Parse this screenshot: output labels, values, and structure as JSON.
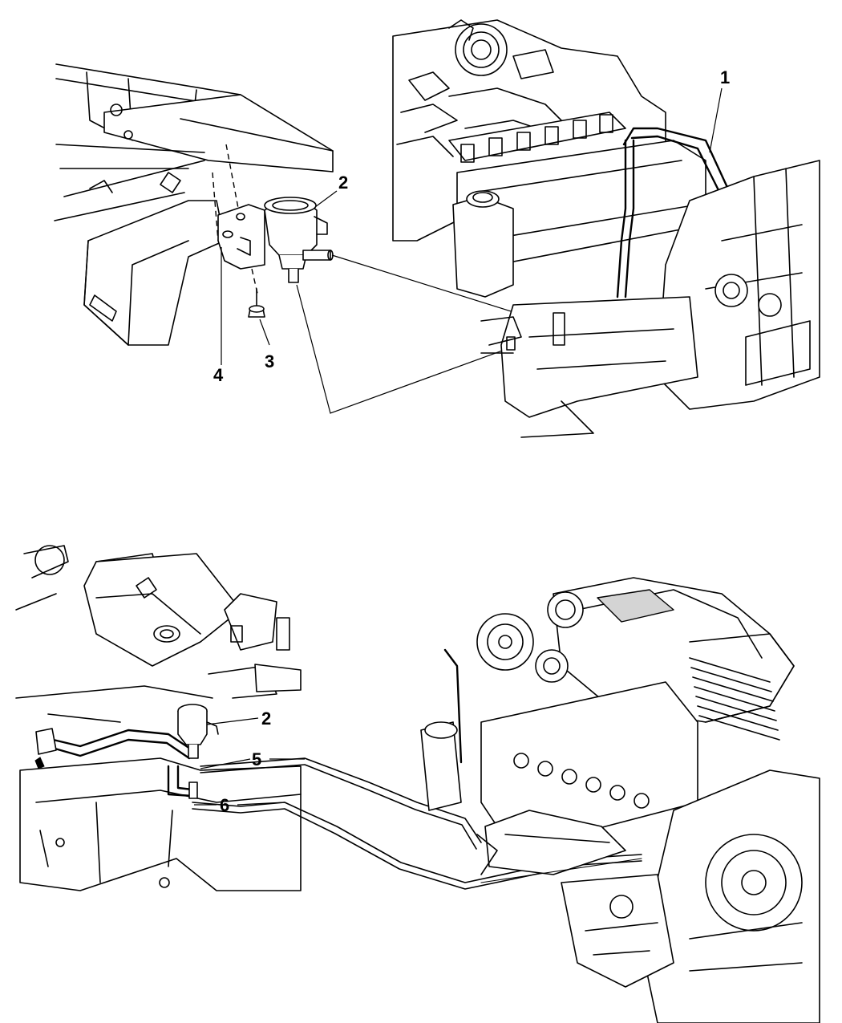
{
  "diagram": {
    "callouts": {
      "c1": "1",
      "c2a": "2",
      "c3": "3",
      "c4": "4",
      "c2b": "2",
      "c5": "5",
      "c6": "6"
    }
  }
}
